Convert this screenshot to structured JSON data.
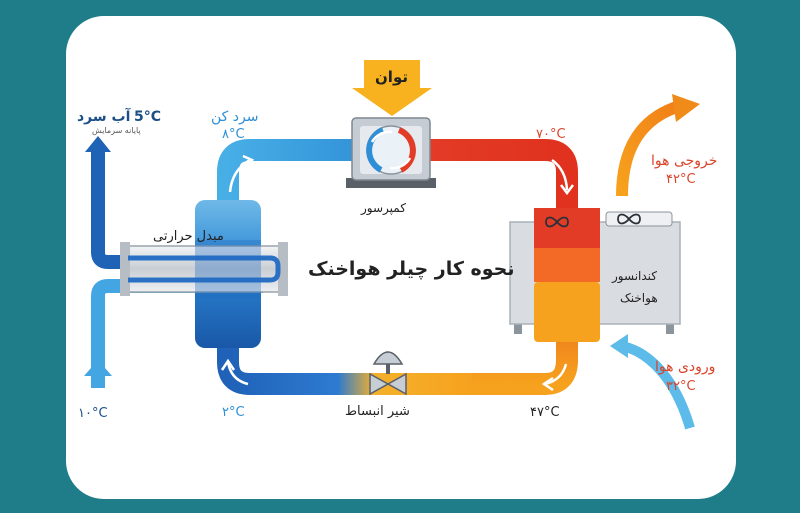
{
  "title": "نحوه کار چیلر هواخنک",
  "power_label": "توان",
  "compressor_label": "کمپرسور",
  "heat_exchanger_label": "مبدل حرارتی",
  "condenser_label_line1": "کندانسور",
  "condenser_label_line2": "هواخنک",
  "expansion_valve_label": "شیر انبساط",
  "cold_water_label": "آب سرد",
  "cold_water_temp": "5°C",
  "terminal_units_label": "پایانه سرمایش",
  "return_water_temp": "۱۰°C",
  "refrigerant_label": "سرد کن",
  "refrigerant_temp": "۸°C",
  "compressor_out_temp": "۷۰°C",
  "condenser_out_temp": "۴۷°C",
  "evaporator_in_temp": "۲°C",
  "air_out_label": "خروجی هوا",
  "air_out_temp": "۴۲°C",
  "air_in_label": "ورودی هوا",
  "air_in_temp": "۳۲°C",
  "colors": {
    "background": "#1f7c89",
    "panel": "#ffffff",
    "cold_blue": "#1e73c9",
    "light_blue": "#3ea6e0",
    "hot_red": "#e23c27",
    "warm_orange": "#f6a21e",
    "condenser_grey": "#d9dde2"
  }
}
